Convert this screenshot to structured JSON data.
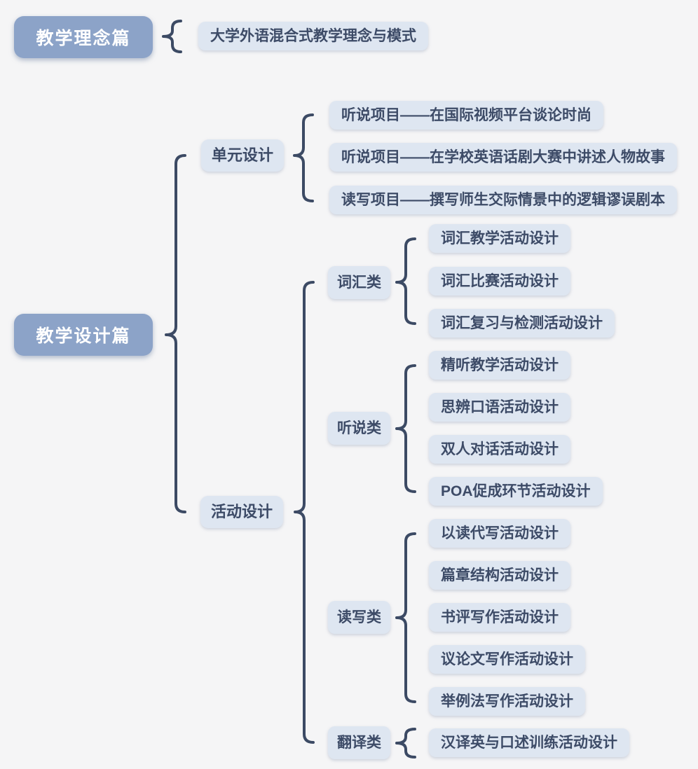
{
  "diagram_type": "mindmap",
  "colors": {
    "background": "#f5f5f6",
    "root_bg": "#8ca3c8",
    "root_text": "#ffffff",
    "node_bg": "#dee6f1",
    "node_text": "#3d4b67",
    "brace": "#3c4a64"
  },
  "tree": [
    {
      "label": "教学理念篇",
      "children": [
        {
          "label": "大学外语混合式教学理念与模式"
        }
      ]
    },
    {
      "label": "教学设计篇",
      "children": [
        {
          "label": "单元设计",
          "children": [
            {
              "label": "听说项目——在国际视频平台谈论时尚"
            },
            {
              "label": "听说项目——在学校英语话剧大赛中讲述人物故事"
            },
            {
              "label": "读写项目——撰写师生交际情景中的逻辑谬误剧本"
            }
          ]
        },
        {
          "label": "活动设计",
          "children": [
            {
              "label": "词汇类",
              "children": [
                {
                  "label": "词汇教学活动设计"
                },
                {
                  "label": "词汇比赛活动设计"
                },
                {
                  "label": "词汇复习与检测活动设计"
                }
              ]
            },
            {
              "label": "听说类",
              "children": [
                {
                  "label": "精听教学活动设计"
                },
                {
                  "label": "思辨口语活动设计"
                },
                {
                  "label": "双人对话活动设计"
                },
                {
                  "label": "POA促成环节活动设计"
                }
              ]
            },
            {
              "label": "读写类",
              "children": [
                {
                  "label": "以读代写活动设计"
                },
                {
                  "label": "篇章结构活动设计"
                },
                {
                  "label": "书评写作活动设计"
                },
                {
                  "label": "议论文写作活动设计"
                },
                {
                  "label": "举例法写作活动设计"
                }
              ]
            },
            {
              "label": "翻译类",
              "children": [
                {
                  "label": "汉译英与口述训练活动设计"
                }
              ]
            }
          ]
        }
      ]
    }
  ]
}
